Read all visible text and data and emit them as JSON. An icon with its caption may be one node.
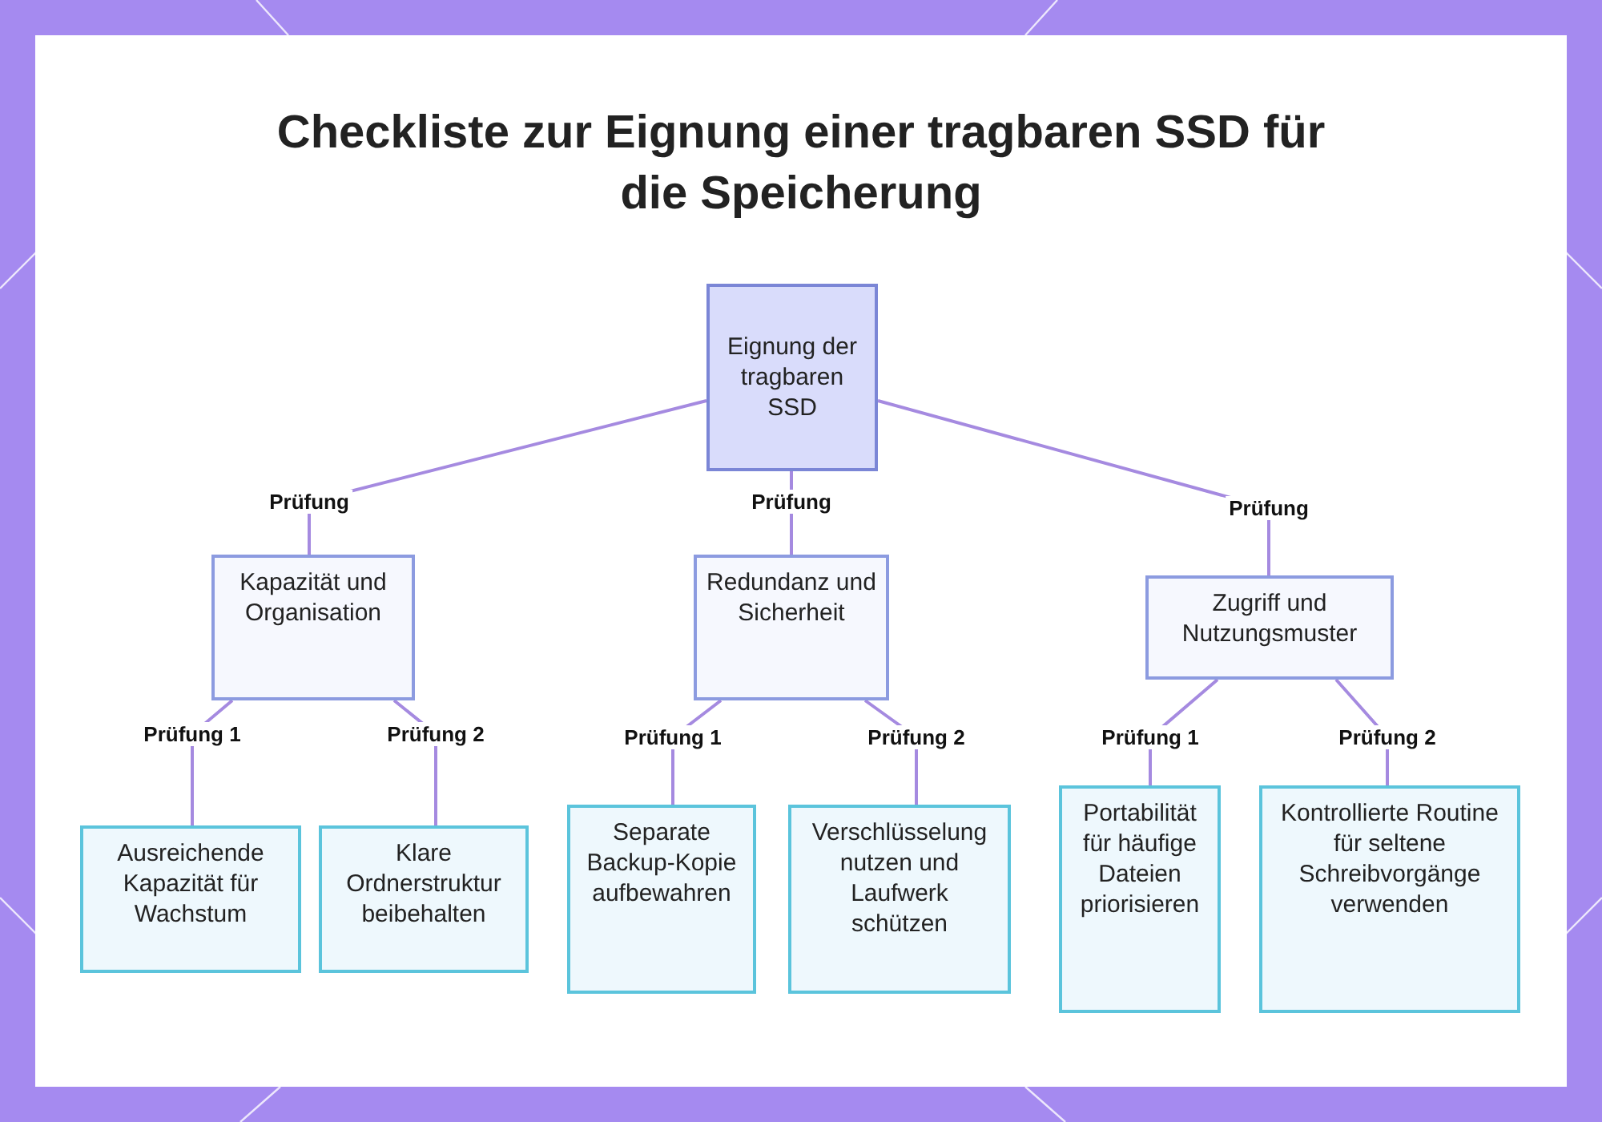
{
  "diagram": {
    "title": "Checkliste zur Eignung einer tragbaren SSD für die Speicherung",
    "nodes": [
      {
        "text": [
          "Eignung der tragbaren SSD"
        ]
      },
      {
        "text": [
          "Kapazität und Organisation"
        ]
      },
      {
        "text": [
          "Redundanz und Sicherheit"
        ]
      },
      {
        "text": [
          "Zugriff und Nutzungsmuster"
        ]
      },
      {
        "text": [
          "Ausreichende Kapazität für Wachstum"
        ]
      },
      {
        "text": [
          "Klare Ordnerstruktur beibehalten"
        ]
      },
      {
        "text": [
          "Separate Backup-Kopie aufbewahren"
        ]
      },
      {
        "text": [
          "Verschlüsselung nutzen und Laufwerk schützen"
        ]
      },
      {
        "text": [
          "Portabilität für häufige Dateien priorisieren"
        ]
      },
      {
        "text": [
          "Kontrollierte Routine für seltene Schreibvorgänge verwenden"
        ]
      }
    ],
    "edges": [
      {
        "from": 0,
        "to": 1,
        "arrow": "none",
        "label": "Prüfung"
      },
      {
        "from": 0,
        "to": 2,
        "arrow": "none",
        "label": "Prüfung"
      },
      {
        "from": 0,
        "to": 3,
        "arrow": "none",
        "label": "Prüfung"
      },
      {
        "from": 1,
        "to": 4,
        "arrow": "none",
        "label": "Prüfung 1"
      },
      {
        "from": 1,
        "to": 5,
        "arrow": "none",
        "label": "Prüfung 2"
      },
      {
        "from": 2,
        "to": 6,
        "arrow": "none",
        "label": "Prüfung 1"
      },
      {
        "from": 2,
        "to": 7,
        "arrow": "none",
        "label": "Prüfung 2"
      },
      {
        "from": 3,
        "to": 8,
        "arrow": "none",
        "label": "Prüfung 1"
      },
      {
        "from": 3,
        "to": 9,
        "arrow": "none",
        "label": "Prüfung 2"
      }
    ]
  }
}
